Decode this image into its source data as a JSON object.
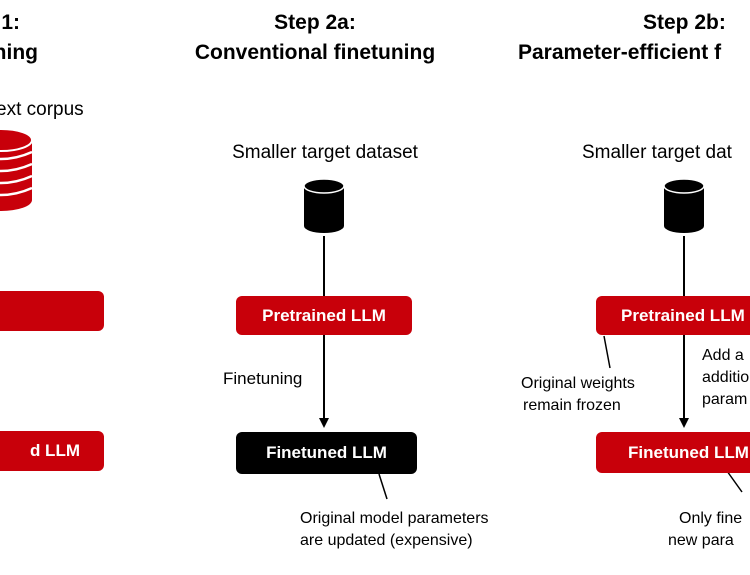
{
  "colors": {
    "accent": "#c8000a",
    "dark": "#000000",
    "background": "#ffffff"
  },
  "step1": {
    "title_line1": "1:",
    "title_line2": "ning",
    "corpus_label": "ext corpus",
    "box_top_label": "",
    "box_bottom_label": "d LLM"
  },
  "step2a": {
    "title_line1": "Step 2a:",
    "title_line2": "Conventional finetuning",
    "dataset_label": "Smaller target dataset",
    "pretrained_label": "Pretrained LLM",
    "arrow_label": "Finetuning",
    "finetuned_label": "Finetuned LLM",
    "note_line1": "Original model parameters",
    "note_line2": "are updated (expensive)"
  },
  "step2b": {
    "title_line1": "Step 2b:",
    "title_line2": "Parameter-efficient f",
    "dataset_label": "Smaller target dat",
    "pretrained_label": "Pretrained LLM",
    "frozen_line1": "Original weights",
    "frozen_line2": "remain frozen",
    "add_line1": "Add a",
    "add_line2": "additio",
    "add_line3": "param",
    "finetuned_label": "Finetuned LLM",
    "note_line1": "Only fine",
    "note_line2": "new para"
  }
}
